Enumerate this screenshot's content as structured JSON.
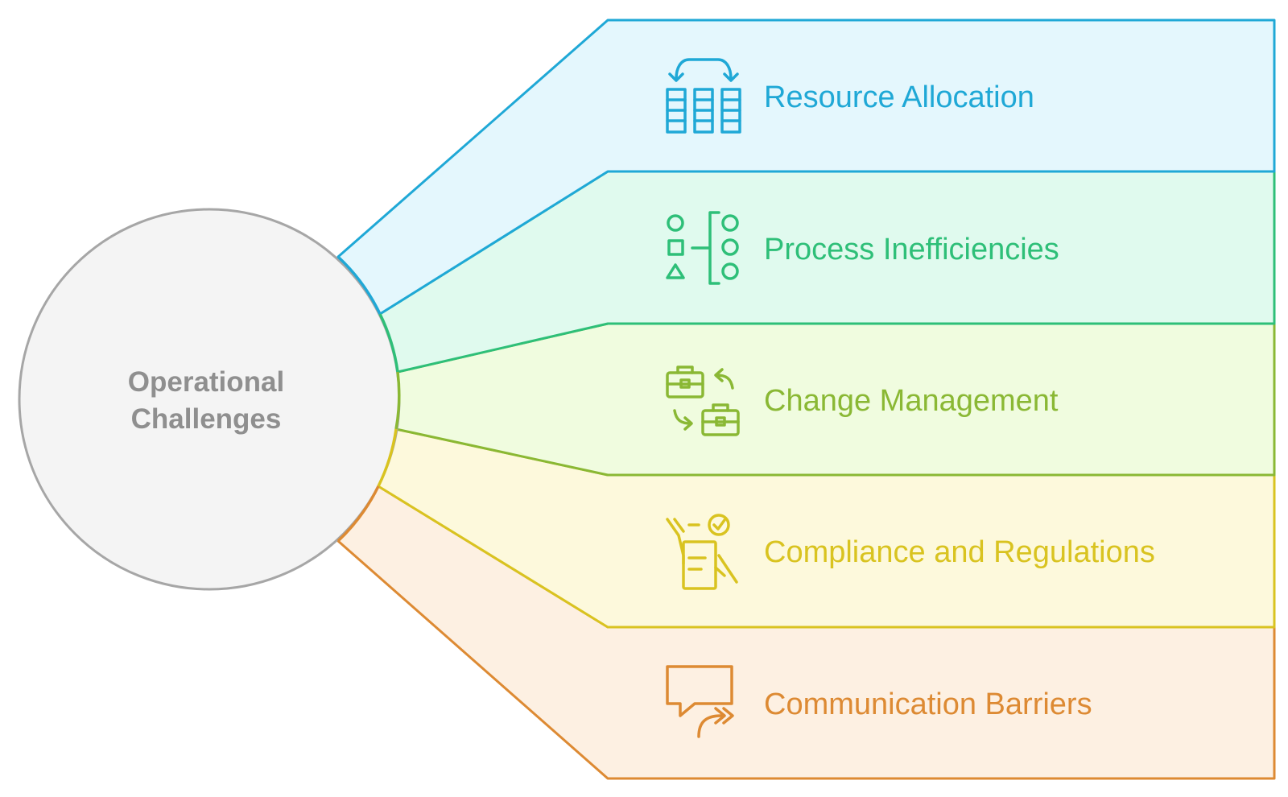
{
  "center": {
    "line1": "Operational",
    "line2": "Challenges",
    "fill": "#f4f4f4",
    "stroke": "#a6a6a6",
    "text_color": "#8f8f8f"
  },
  "branches": [
    {
      "label": "Resource Allocation",
      "icon": "resource-allocation-icon",
      "color": "#1fa8d6",
      "fill": "#e4f7fd"
    },
    {
      "label": "Process Inefficiencies",
      "icon": "process-flow-icon",
      "color": "#2ebf78",
      "fill": "#e0faee"
    },
    {
      "label": "Change Management",
      "icon": "briefcase-swap-icon",
      "color": "#8ab834",
      "fill": "#f0fcdf"
    },
    {
      "label": "Compliance and Regulations",
      "icon": "checklist-hand-icon",
      "color": "#d9c320",
      "fill": "#fdf9dc"
    },
    {
      "label": "Communication Barriers",
      "icon": "speech-bubble-arrows-icon",
      "color": "#dd8a33",
      "fill": "#fdf0e2"
    }
  ]
}
